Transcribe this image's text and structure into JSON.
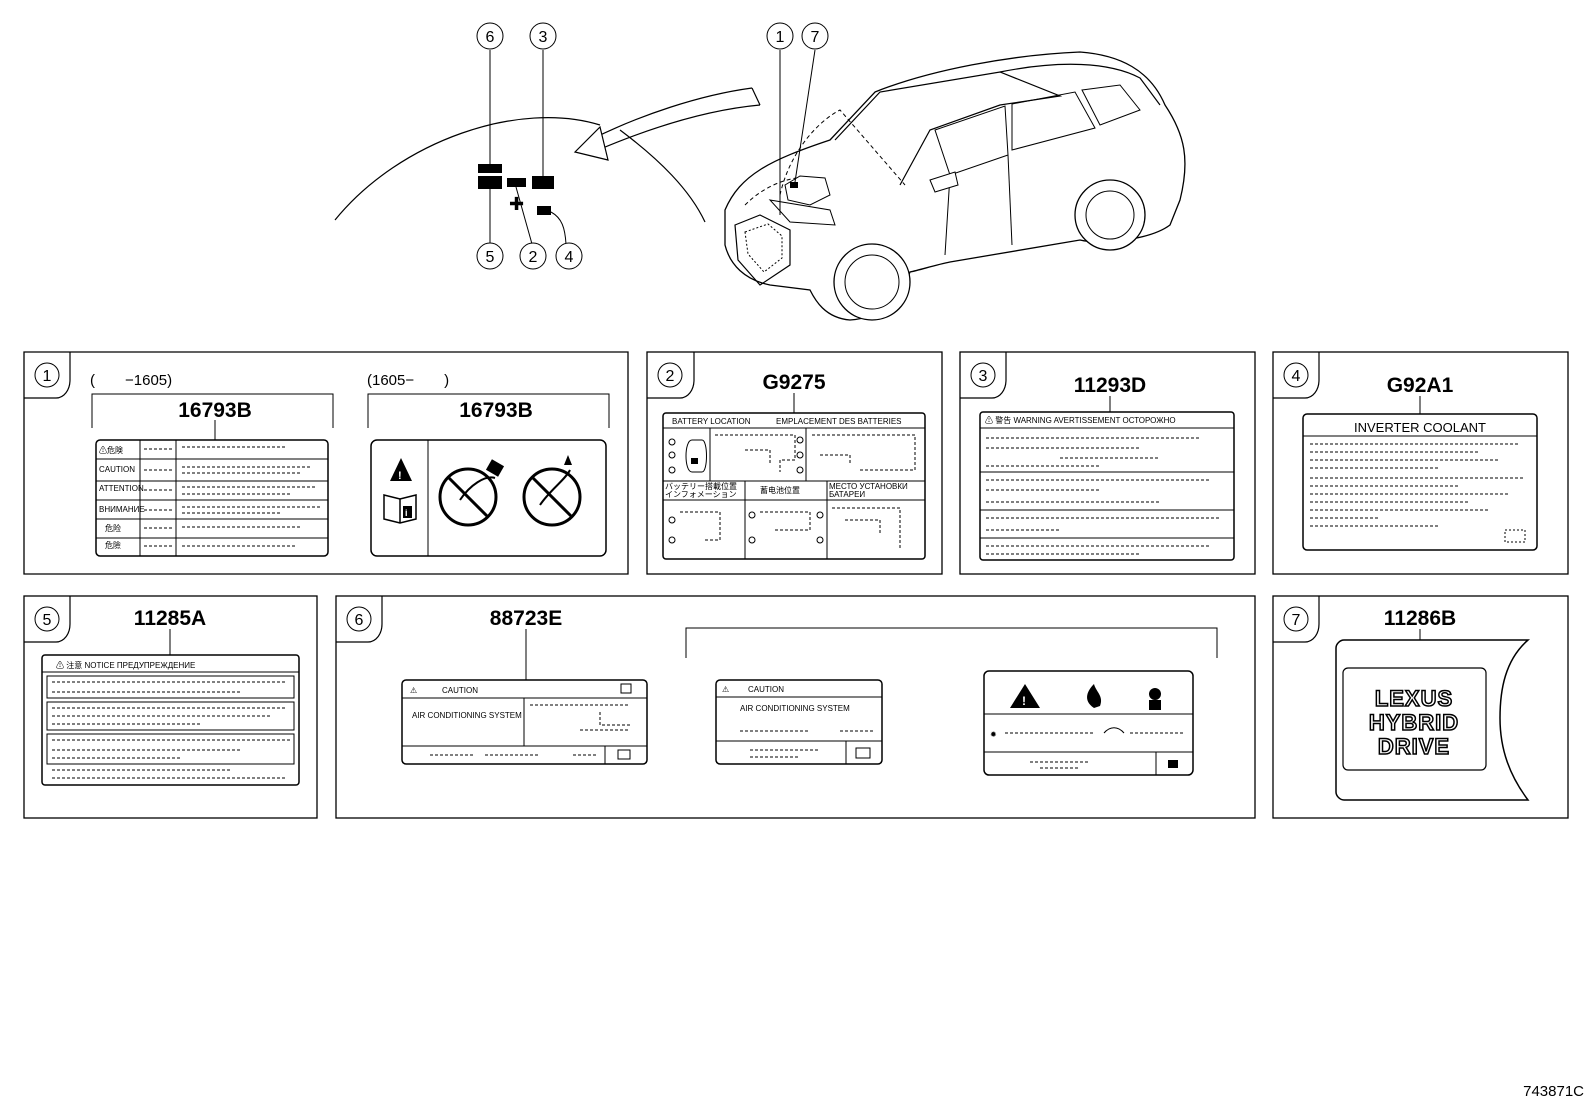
{
  "diagram": {
    "callouts_top": [
      "1",
      "2",
      "3",
      "4",
      "5",
      "6",
      "7"
    ],
    "reference_code": "743871C",
    "panels": [
      {
        "num": "1",
        "date_left": "(　　−1605)",
        "date_right": "(1605−　　)",
        "part_left": "16793B",
        "part_right": "16793B",
        "rows": [
          "⚠危険",
          "CAUTION",
          "ATTENTION",
          "ВНИМАНИЕ",
          "危险",
          "危險"
        ]
      },
      {
        "num": "2",
        "part": "G9275",
        "header_left": "BATTERY LOCATION",
        "header_right": "EMPLACEMENT DES BATTERIES",
        "mid_jp": "バッテリー搭載位置",
        "mid_jp2": "インフォメーション",
        "mid_cn": "蓄电池位置",
        "mid_ru": "МЕСТО УСТАНОВКИ",
        "mid_ru2": "БАТАРЕИ"
      },
      {
        "num": "3",
        "part": "11293D",
        "header": "⚠ 警告  WARNING  AVERTISSEMENT  ОСТОРОЖНО"
      },
      {
        "num": "4",
        "part": "G92A1",
        "header": "INVERTER COOLANT"
      },
      {
        "num": "5",
        "part": "11285A",
        "header": "⚠ 注意  NOTICE  ПРЕДУПРЕЖДЕНИЕ"
      },
      {
        "num": "6",
        "part": "88723E",
        "caution": "CAUTION",
        "ac_system": "AIR CONDITIONING SYSTEM"
      },
      {
        "num": "7",
        "part": "11286B",
        "emblem": [
          "LEXUS",
          "HYBRID",
          "DRIVE"
        ]
      }
    ]
  }
}
